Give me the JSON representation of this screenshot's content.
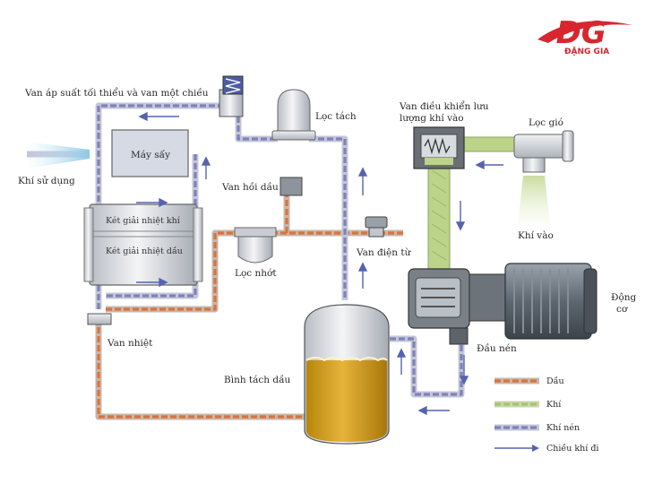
{
  "logo": {
    "mark": "ĐG",
    "name": "ĐẶNG GIA"
  },
  "labels": {
    "min_pressure_valve": "Van áp suất tối thiểu và van một chiều",
    "separator_filter": "Lọc tách",
    "dryer": "Máy sấy",
    "user_air": "Khí sử dụng",
    "oil_return_valve": "Van hồi dầu",
    "air_cooler": "Két giải nhiệt khí",
    "oil_cooler": "Két giải nhiệt dầu",
    "oil_filter": "Lọc nhớt",
    "solenoid_valve": "Van điện từ",
    "thermal_valve": "Van nhiệt",
    "separator_tank": "Bình tách dầu",
    "intake_valve_line1": "Van điều khiển lưu",
    "intake_valve_line2": "lượng khí vào",
    "air_filter": "Lọc gió",
    "air_in": "Khí vào",
    "motor_line1": "Động",
    "motor_line2": "cơ",
    "air_end": "Đầu nén"
  },
  "legend": {
    "oil": "Dầu",
    "air": "Khí",
    "compressed_air": "Khí nén",
    "flow_direction": "Chiều khí đi"
  },
  "colors": {
    "oil": "#d9733f",
    "air": "#a9c46e",
    "compressed": "#7f82b8",
    "arrow": "#5563b0",
    "logo": "#d8262f"
  }
}
